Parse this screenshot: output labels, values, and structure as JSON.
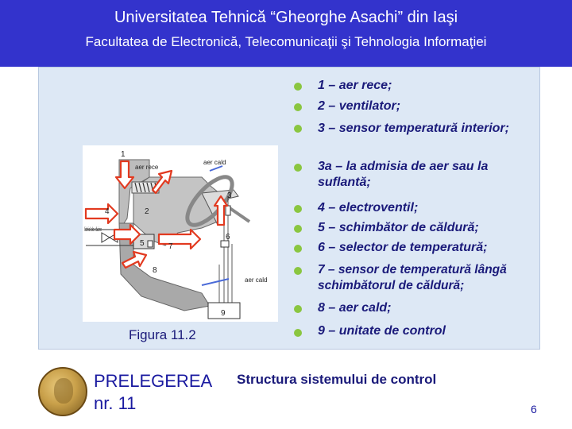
{
  "header": {
    "title": "Universitatea Tehnică “Gheorghe Asachi” din Iaşi",
    "subtitle": "Facultatea de Electronică, Telecomunicaţii şi Tehnologia Informaţiei"
  },
  "figure": {
    "caption": "Figura 11.2",
    "labels": {
      "n1": "1",
      "aer_rece": "aer rece",
      "aer_cald_top": "aer cald",
      "n4": "4",
      "n2": "2",
      "n3": "3",
      "lichid": "lichid de răcire",
      "n5": "5",
      "n7": "7",
      "n6": "6",
      "n8": "8",
      "aer_cald_bottom": "aer cald",
      "n9": "9"
    },
    "colors": {
      "arrow_red": "#e23a20",
      "arrow_fill": "#ffffff",
      "duct": "#aaaaaa",
      "duct_dark": "#666666",
      "flow": "#4a6ad8"
    }
  },
  "bullets": [
    "1 – aer rece;",
    "2 – ventilator;",
    "3 – sensor temperatură interior;",
    "3a – la admisia de aer sau la suflantă;",
    "4 – electroventil;",
    "5 – schimbător de căldură;",
    "6 – selector de temperatură;",
    "7 – sensor de temperatură lângă schimbătorul de căldură;",
    "8 – aer cald;",
    "9 – unitate de control"
  ],
  "footer": {
    "seal_icon": "university-seal-icon",
    "lecture_line1": "PRELEGEREA",
    "lecture_line2": "nr. 11",
    "topic": "Structura sistemului de control",
    "page_number": "6"
  },
  "colors": {
    "header_bg": "#3333cc",
    "panel_bg": "#dde8f5",
    "bullet": "#8ac640",
    "text": "#1a1a7a"
  }
}
